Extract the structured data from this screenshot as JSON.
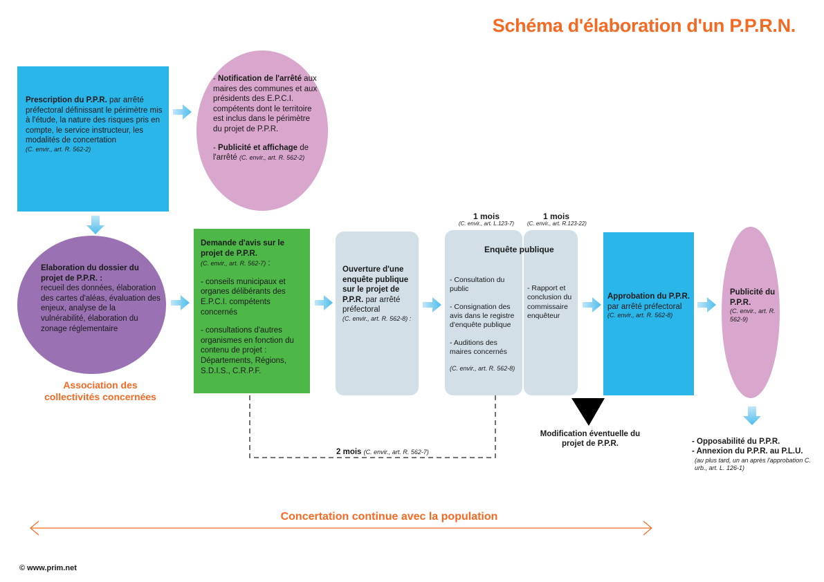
{
  "title": "Schéma d'élaboration d'un P.P.R.N.",
  "prescription": {
    "head": "Prescription du P.P.R.",
    "text": " par arrêté préfectoral définissant le périmètre mis à l'étude, la nature des risques pris en compte, le service instructeur, les modalités de concertation",
    "ref": "(C. envir., art. R. 562-2)"
  },
  "notification": {
    "dash1": "- ",
    "head1": "Notification de l'arrêté",
    "text1": " aux maires des communes et aux présidents des E.P.C.I. compétents dont le territoire est inclus dans le périmètre du projet de P.P.R.",
    "dash2": "- ",
    "head2": "Publicité et affichage",
    "text2": " de l'arrêté ",
    "ref2": "(C. envir., art. R. 562-2)"
  },
  "elaboration": {
    "head": "Elaboration du dossier du projet de P.P.R. :",
    "text": "recueil des données, élaboration des cartes d'aléas, évaluation des enjeux, analyse de la vulnérabilité, élaboration du zonage réglementaire"
  },
  "association": "Association des collectivités concernées",
  "demande": {
    "head": "Demande d'avis sur le projet de P.P.R.",
    "ref": "(C. envir., art. R. 562-7)",
    "ref_suffix": " :",
    "item1": "- conseils municipaux et organes délibérants des E.P.C.I. compétents concernés",
    "item2": "- consultations d'autres organismes en fonction du contenu de projet : Départements, Régions, S.D.I.S., C.R.P.F."
  },
  "ouverture": {
    "head": "Ouverture d'une enquête publique sur le projet de P.P.R.",
    "text": " par arrêté préfectoral",
    "ref": "(C. envir., art. R. 562-8) :"
  },
  "enquete": {
    "label": "Enquête publique",
    "mois1": "1 mois",
    "mois1_ref": "(C. envir., art. L.123-7)",
    "mois2": "1 mois",
    "mois2_ref": "(C. envir., art. R.123-22)",
    "item1": "- Consultation du public",
    "item2": "- Consignation des avis dans le registre d'enquête publique",
    "item3": "- Auditions des maires concernés",
    "ref": "(C. envir., art. R. 562-8)",
    "rapport": "- Rapport et conclusion du commissaire enquêteur"
  },
  "approbation": {
    "head": "Approbation du P.P.R.",
    "text": "par arrêté préfectoral",
    "ref": "(C. envir., art. R. 562-8)"
  },
  "publicite": {
    "head": "Publicité du P.P.R.",
    "ref": "(C. envir., art. R. 562-9)"
  },
  "modification": "Modification éventuelle du projet de P.P.R.",
  "deux_mois": {
    "label": "2 mois",
    "ref": "(C. envir., art. R. 562-7)"
  },
  "opposabilite": {
    "line1": "- Opposabilité du P.P.R.",
    "line2": "- Annexion du P.P.R. au P.L.U.",
    "note": "(au plus tard, un an après l'approbation C. urb., art. L. 126-1)"
  },
  "concertation": "Concertation continue avec la population",
  "copyright": "© www.prim.net",
  "colors": {
    "orange": "#f26a23",
    "blue": "#2bb6ea",
    "pink": "#d9a6cd",
    "purple": "#9a72b3",
    "green": "#4db848",
    "grey": "#d2dfe6",
    "arrow": "#6cc8ef"
  }
}
